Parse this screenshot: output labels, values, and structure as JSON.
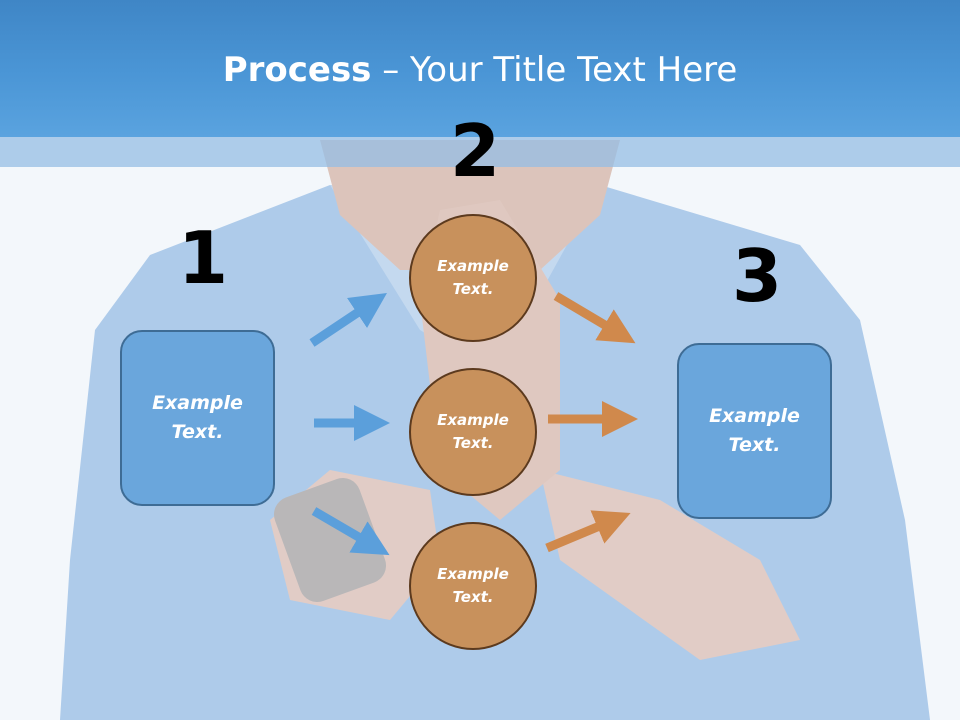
{
  "title": {
    "bold": "Process",
    "rest": " – Your Title Text Here"
  },
  "steps": {
    "one": "1",
    "two": "2",
    "three": "3"
  },
  "left_box": "Example\nText.",
  "right_box": "Example\nText.",
  "circles": [
    "Example\nText.",
    "Example\nText.",
    "Example\nText."
  ],
  "colors": {
    "header": "#4b96d6",
    "box_fill": "#6aa6dc",
    "circle_fill": "#c8915c",
    "arrow_blue": "#5b9fdb",
    "arrow_orange": "#d0894c"
  }
}
